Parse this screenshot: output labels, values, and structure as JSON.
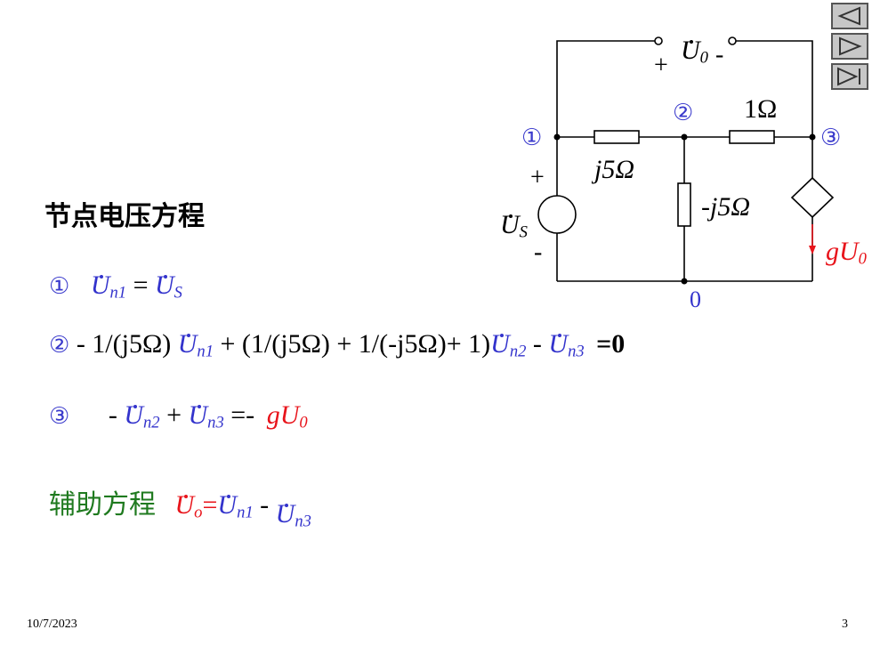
{
  "nav": {
    "icons": [
      "prev-triangle-icon",
      "next-triangle-icon",
      "end-triangle-icon"
    ]
  },
  "heading": "节点电压方程",
  "circuit": {
    "node1": "①",
    "node2": "②",
    "node3": "③",
    "node0": "0",
    "r_j5": "j5Ω",
    "r_1": "1Ω",
    "c_minus_j5": "-j5Ω",
    "source_label": "U",
    "source_sub": "S",
    "plus": "+",
    "minus": "-",
    "u0_label": "U",
    "u0_sub": "0",
    "dep_label": "gU",
    "dep_sub": "0"
  },
  "equations": {
    "eq1": {
      "marker": "①",
      "lhs": "U",
      "lhs_sub": "n1",
      "equals": "=",
      "rhs": "U",
      "rhs_sub": "S"
    },
    "eq2": {
      "marker": "②",
      "p1": "- 1/(j5Ω)",
      "v1": "U",
      "v1_sub": "n1",
      "p2": "+ (1/(j5Ω) + 1/(-j5Ω)+ 1)",
      "v2": "U",
      "v2_sub": "n2",
      "p3": "-",
      "v3": "U",
      "v3_sub": "n3",
      "rhs": "=0"
    },
    "eq3": {
      "marker": "③",
      "p1": "-",
      "v1": "U",
      "v1_sub": "n2",
      "p2": "+",
      "v2": "U",
      "v2_sub": "n3",
      "p3": "=-",
      "rhs": "gU",
      "rhs_sub": "0"
    },
    "aux": {
      "label": "辅助方程",
      "lhs": "U",
      "lhs_sub": "o",
      "equals": "=",
      "v1": "U",
      "v1_sub": "n1",
      "minus": "-",
      "v2": "U",
      "v2_sub": "n3"
    }
  },
  "footer": {
    "date": "10/7/2023",
    "page": "3"
  }
}
